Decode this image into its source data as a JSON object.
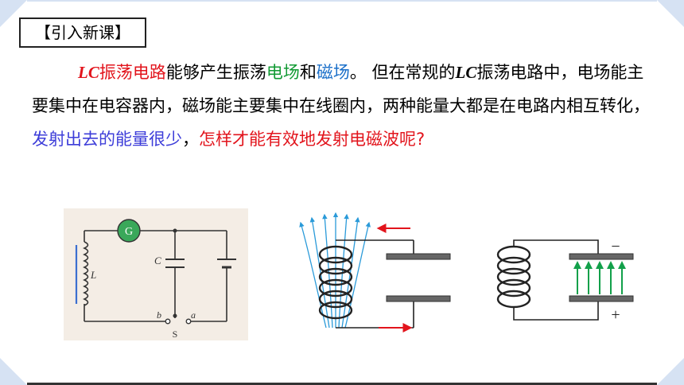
{
  "section_tag": "【引入新课】",
  "paragraph": {
    "lc1": "LC",
    "p1": "振荡电路",
    "p2": "能够产生振荡",
    "p3": "电场",
    "p4": "和",
    "p5": "磁场",
    "p6": "。 但在常规的",
    "lc2": "LC",
    "p7": "振荡电路中，电场能主要集中在电容器内，磁场能主要集中在线圈内，两种能量大都是在电路内相互转化，",
    "p8": "发射出去的能量很少",
    "p9": "，",
    "p10": "怎样才能有效地发射电磁波呢?"
  },
  "circuit_labels": {
    "galvanometer": "G",
    "capacitor": "C",
    "inductor": "L",
    "terminal_b": "b",
    "terminal_a": "a",
    "switch": "S"
  },
  "capacitor_signs": {
    "minus": "−",
    "plus": "+"
  },
  "colors": {
    "red": "#e2141c",
    "green": "#119a33",
    "blue": "#1a6fc9",
    "purple": "#3d3dd9",
    "corner": "#d6e2f3",
    "arrow_green": "#12a04a"
  }
}
